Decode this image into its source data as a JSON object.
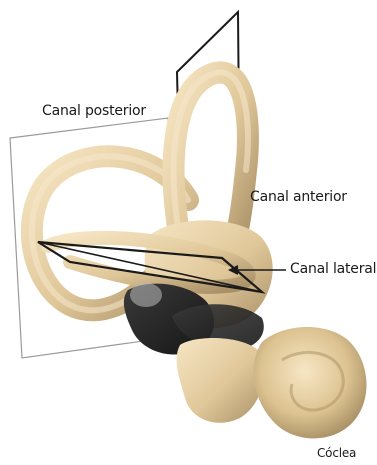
{
  "labels": {
    "posterior": "Canal posterior",
    "anterior": "Canal anterior",
    "lateral": "Canal lateral",
    "coclea": "Cóclea"
  },
  "colors": {
    "bone_light": "#f0dcb4",
    "bone_mid": "#d8bd8a",
    "bone_shadow": "#9b8561",
    "dark_mass": "#2b2b2b",
    "plane_line": "#1a1a1a",
    "plane_line_light": "#9a9a9a"
  }
}
